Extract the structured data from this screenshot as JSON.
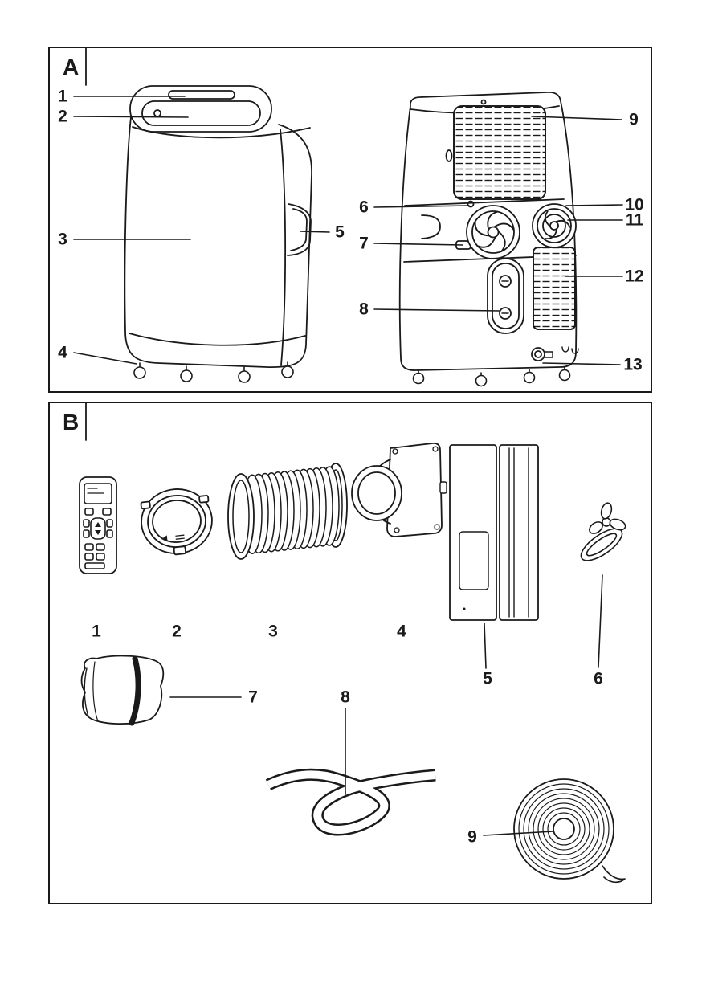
{
  "document": {
    "background": "#ffffff",
    "line_color": "#1a1a1a"
  },
  "panels": {
    "a": {
      "label": "A",
      "callouts": [
        "1",
        "2",
        "3",
        "4",
        "5",
        "6",
        "7",
        "8",
        "9",
        "10",
        "11",
        "12",
        "13"
      ]
    },
    "b": {
      "label": "B",
      "callouts": [
        "1",
        "2",
        "3",
        "4",
        "5",
        "6",
        "7",
        "8",
        "9"
      ]
    }
  }
}
